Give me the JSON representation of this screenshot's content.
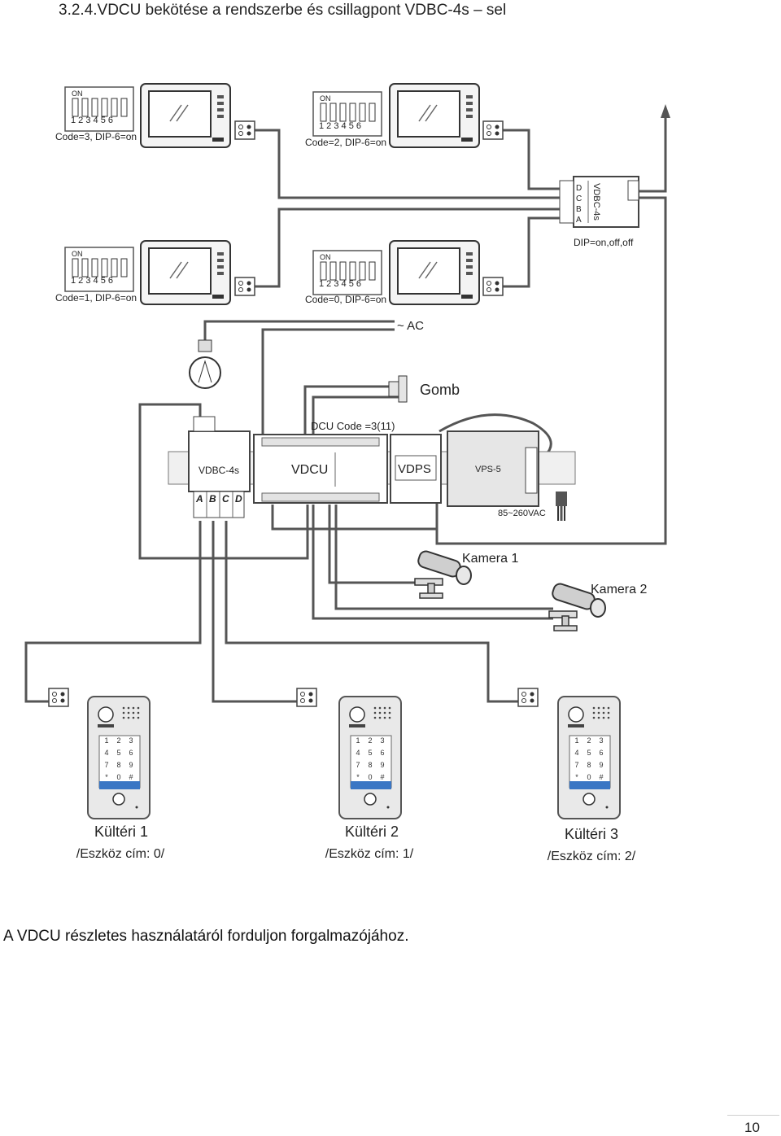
{
  "heading": "3.2.4.VDCU bekötése a rendszerbe és csillagpont VDBC-4s – sel",
  "monitors": [
    {
      "code": "Code=3, DIP-6=on",
      "on": "ON",
      "switch_numbers": "1 2 3 4 5 6"
    },
    {
      "code": "Code=2, DIP-6=on",
      "on": "ON",
      "switch_numbers": "1 2 3 4 5 6"
    },
    {
      "code": "Code=1, DIP-6=on",
      "on": "ON",
      "switch_numbers": "1 2 3 4 5 6"
    },
    {
      "code": "Code=0, DIP-6=on",
      "on": "ON",
      "switch_numbers": "1 2 3 4 5 6"
    }
  ],
  "hub_top": {
    "model": "VDBC-4s",
    "ports": [
      "D",
      "C",
      "B",
      "A"
    ],
    "dip": "DIP=on,off,off"
  },
  "ac_label": "~ AC",
  "gomb_label": "Gomb",
  "dcu_code": "DCU Code =3(11)",
  "hub_bottom": {
    "model": "VDBC-4s",
    "ports": [
      "A",
      "B",
      "C",
      "D"
    ]
  },
  "vdcu_label": "VDCU",
  "vdps_label": "VDPS",
  "vps_label": "VPS-5",
  "mains_label": "85~260VAC",
  "cameras": [
    "Kamera 1",
    "Kamera 2"
  ],
  "keypad_keys": [
    "1",
    "2",
    "3",
    "4",
    "5",
    "6",
    "7",
    "8",
    "9",
    "*",
    "0",
    "#"
  ],
  "outdoor": [
    {
      "name": "Kültéri 1",
      "address": "/Eszköz cím: 0/"
    },
    {
      "name": "Kültéri 2",
      "address": "/Eszköz cím: 1/"
    },
    {
      "name": "Kültéri 3",
      "address": "/Eszköz cím: 2/"
    }
  ],
  "footnote": "A VDCU részletes használatáról forduljon forgalmazójához.",
  "page_number": "10"
}
